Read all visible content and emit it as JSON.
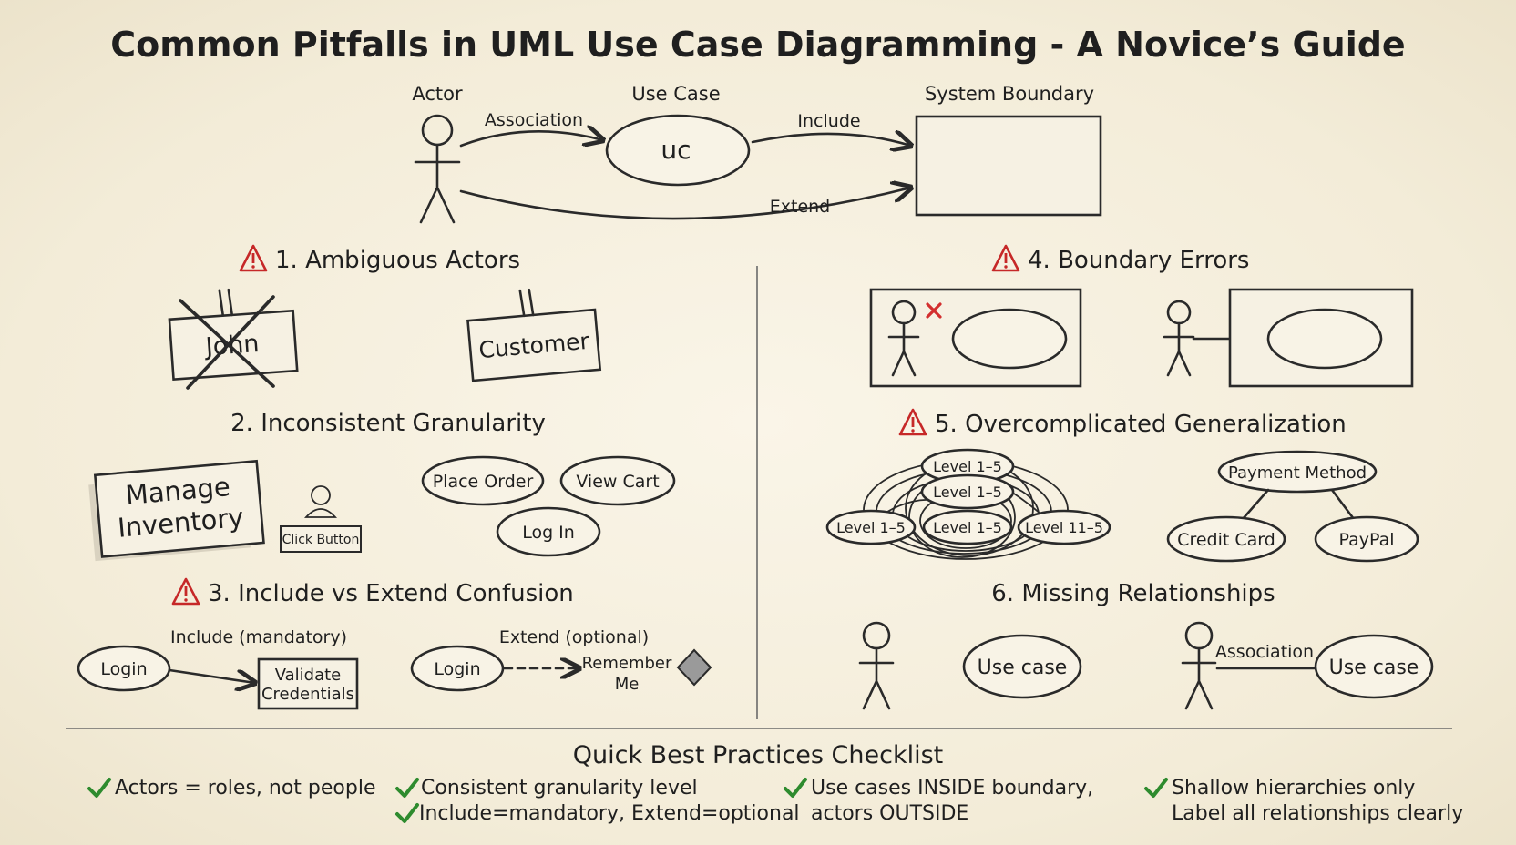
{
  "title": "Common Pitfalls in UML Use Case Diagramming - A Novice’s Guide",
  "legend": {
    "actor": "Actor",
    "use_case": "Use Case",
    "uc_text": "uc",
    "system_boundary": "System Boundary",
    "association": "Association",
    "include": "Include",
    "extend": "Extend"
  },
  "sections": {
    "s1": {
      "heading": "1. Ambiguous Actors",
      "bad_label": "John",
      "good_label": "Customer"
    },
    "s2": {
      "heading": "2. Inconsistent Granularity",
      "manage_line1": "Manage",
      "manage_line2": "Inventory",
      "click_button": "Click Button",
      "place_order": "Place Order",
      "view_cart": "View Cart",
      "log_in": "Log In"
    },
    "s3": {
      "heading": "3. Include vs Extend Confusion",
      "include_label": "Include (mandatory)",
      "extend_label": "Extend (optional)",
      "login_a": "Login",
      "validate_line1": "Validate",
      "validate_line2": "Credentials",
      "login_b": "Login",
      "remember_line1": "Remember",
      "remember_line2": "Me"
    },
    "s4": {
      "heading": "4. Boundary Errors"
    },
    "s5": {
      "heading": "5. Overcomplicated Generalization",
      "level_a": "Level 1–5",
      "level_b": "Level 1–5",
      "level_c": "Level 1–5",
      "level_d": "Level 1–5",
      "level_e": "Level 11–5",
      "payment_method": "Payment Method",
      "credit_card": "Credit Card",
      "paypal": "PayPal"
    },
    "s6": {
      "heading": "6. Missing Relationships",
      "use_case_bad": "Use case",
      "use_case_good": "Use case",
      "association": "Association"
    }
  },
  "checklist": {
    "title": "Quick Best Practices Checklist",
    "items": [
      "Actors = roles, not people",
      "Consistent granularity level",
      "Include=mandatory, Extend=optional",
      "Use cases INSIDE boundary,",
      "actors OUTSIDE",
      "Shallow hierarchies only",
      "Label all relationships clearly"
    ]
  },
  "colors": {
    "warning": "#c62828",
    "check": "#2e8b2e",
    "background": "#f5efdf",
    "ink": "#2a2a2a"
  },
  "icons": {
    "warning": "warning-triangle-icon",
    "check": "checkmark-icon",
    "cross": "x-mark-icon"
  }
}
